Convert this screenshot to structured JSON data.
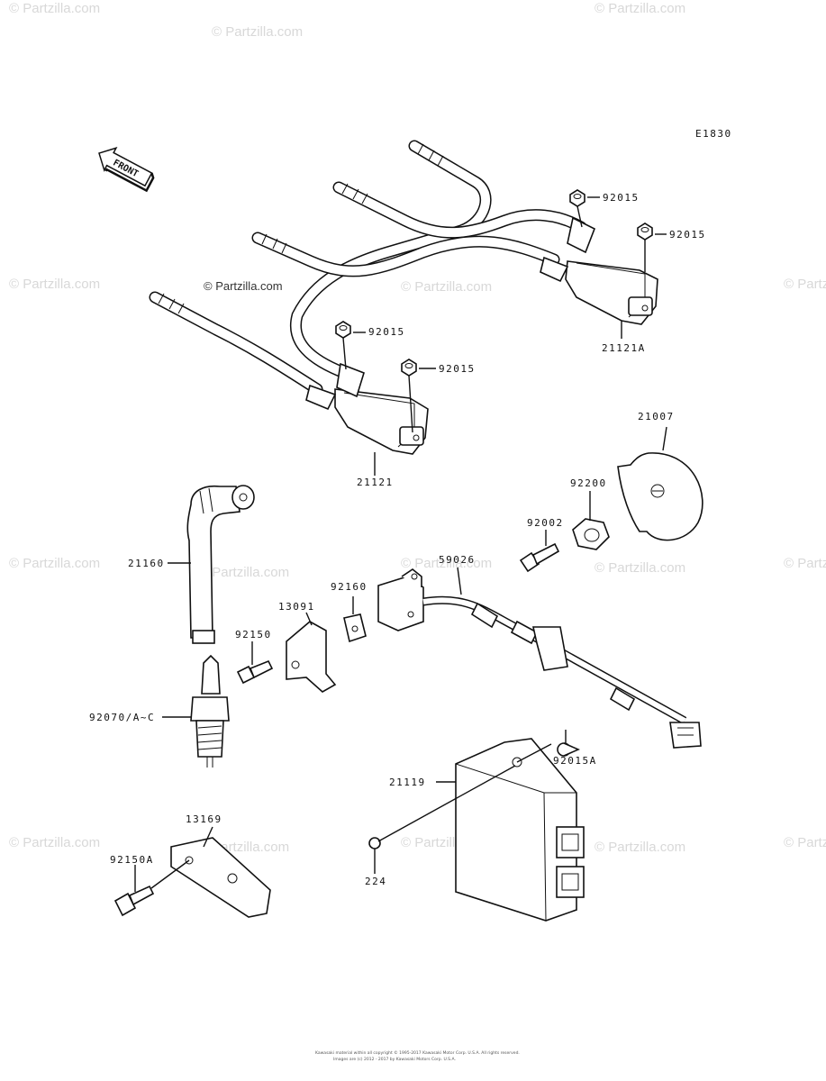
{
  "diagram_code": "E1830",
  "front_label": "FRONT",
  "watermark_center": "© Partzilla.com",
  "watermark_repeat": "© Partzilla.com",
  "copyright": {
    "line1": "Kawasaki material within all copyright © 1995-2017 Kawasaki Motor Corp. U.S.A. All rights reserved.",
    "line2": "Images are (c) 2012 - 2017 by Kawasaki Motors Corp. U.S.A."
  },
  "labels": {
    "p92015_a": "92015",
    "p92015_b": "92015",
    "p92015_c": "92015",
    "p92015_d": "92015",
    "p21121a": "21121A",
    "p21121": "21121",
    "p21007": "21007",
    "p92200": "92200",
    "p92002": "92002",
    "p21160": "21160",
    "p59026": "59026",
    "p92160": "92160",
    "p13091": "13091",
    "p92150": "92150",
    "p92070": "92070/A~C",
    "p92015a": "92015A",
    "p21119": "21119",
    "p224": "224",
    "p13169": "13169",
    "p92150a": "92150A"
  }
}
